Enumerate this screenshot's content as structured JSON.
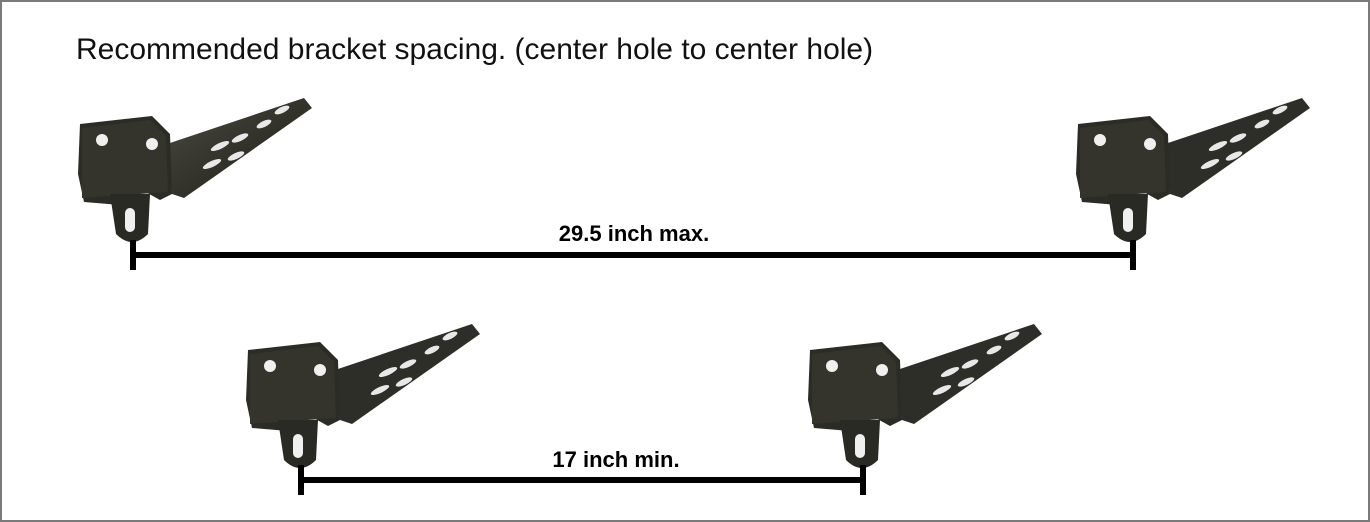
{
  "title": "Recommended bracket spacing. (center hole to center hole)",
  "dimensions": {
    "max_label": "29.5 inch max.",
    "min_label": "17 inch min."
  },
  "bracket_icon": "bed-frame-bracket-icon",
  "colors": {
    "bracket": "#2a2a24",
    "dimension_line": "#000000",
    "border": "#7a7a7a"
  }
}
